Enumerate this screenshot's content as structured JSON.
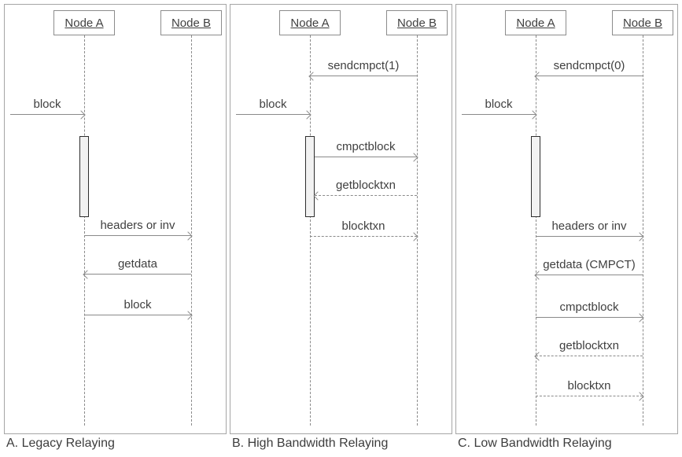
{
  "colors": {
    "line": "#8a8a8a",
    "panel_border": "#a6a6a6",
    "text": "#404040",
    "activation_fill": "#f2f2f2",
    "activation_border": "#2e2e2e"
  },
  "panels": [
    {
      "caption": "A. Legacy Relaying",
      "node_a": "Node A",
      "node_b": "Node B",
      "messages": [
        {
          "label": "block",
          "from": "external",
          "to": "node_a",
          "line": "solid"
        },
        {
          "label": "headers or inv",
          "from": "node_a",
          "to": "node_b",
          "line": "solid"
        },
        {
          "label": "getdata",
          "from": "node_b",
          "to": "node_a",
          "line": "solid"
        },
        {
          "label": "block",
          "from": "node_a",
          "to": "node_b",
          "line": "solid"
        }
      ]
    },
    {
      "caption": "B. High Bandwidth Relaying",
      "node_a": "Node A",
      "node_b": "Node B",
      "messages": [
        {
          "label": "sendcmpct(1)",
          "from": "node_b",
          "to": "node_a",
          "line": "solid"
        },
        {
          "label": "block",
          "from": "external",
          "to": "node_a",
          "line": "solid"
        },
        {
          "label": "cmpctblock",
          "from": "node_a",
          "to": "node_b",
          "line": "solid"
        },
        {
          "label": "getblocktxn",
          "from": "node_b",
          "to": "node_a",
          "line": "dashed"
        },
        {
          "label": "blocktxn",
          "from": "node_a",
          "to": "node_b",
          "line": "dashed"
        }
      ]
    },
    {
      "caption": "C. Low Bandwidth Relaying",
      "node_a": "Node A",
      "node_b": "Node B",
      "messages": [
        {
          "label": "sendcmpct(0)",
          "from": "node_b",
          "to": "node_a",
          "line": "solid"
        },
        {
          "label": "block",
          "from": "external",
          "to": "node_a",
          "line": "solid"
        },
        {
          "label": "headers or inv",
          "from": "node_a",
          "to": "node_b",
          "line": "solid"
        },
        {
          "label": "getdata (CMPCT)",
          "from": "node_b",
          "to": "node_a",
          "line": "solid"
        },
        {
          "label": "cmpctblock",
          "from": "node_a",
          "to": "node_b",
          "line": "solid"
        },
        {
          "label": "getblocktxn",
          "from": "node_b",
          "to": "node_a",
          "line": "dashed"
        },
        {
          "label": "blocktxn",
          "from": "node_a",
          "to": "node_b",
          "line": "dashed"
        }
      ]
    }
  ]
}
